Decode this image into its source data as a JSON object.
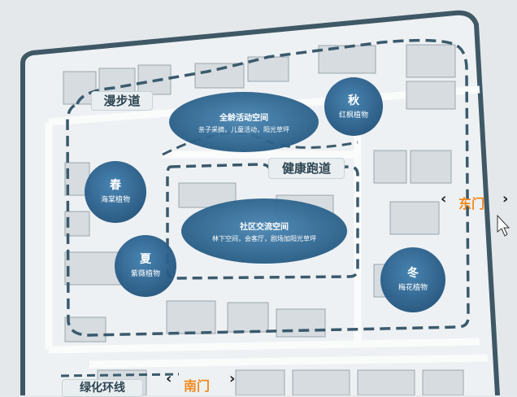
{
  "zones": [
    {
      "id": "quanling",
      "title": "全龄活动空间",
      "desc": "亲子采摘，儿童活动，阳光草坪"
    },
    {
      "id": "qiu",
      "title": "秋",
      "desc": "红枫植物"
    },
    {
      "id": "chun",
      "title": "春",
      "desc": "海棠植物"
    },
    {
      "id": "xia",
      "title": "夏",
      "desc": "紫薇植物"
    },
    {
      "id": "shequ",
      "title": "社区交流空间",
      "desc": "林下空间，会客厅，剧场加阳光草坪"
    },
    {
      "id": "dong",
      "title": "冬",
      "desc": "梅花植物"
    }
  ],
  "route_labels": {
    "manbudao": "漫步道",
    "jiankang": "健康跑道",
    "lvhua": "绿化环线"
  },
  "gates": {
    "east": "东门",
    "south": "南门"
  },
  "colors": {
    "zone_fill": "#2f6e9e",
    "gate": "#f08a1e",
    "path": "#3b5a6d",
    "road": "#f2f4f5",
    "block": "#dde2e5"
  }
}
